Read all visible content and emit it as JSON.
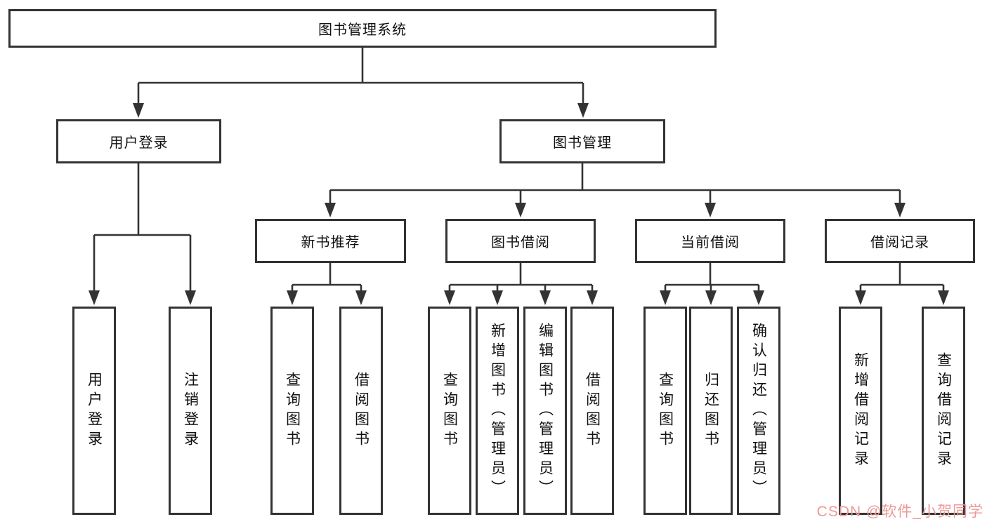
{
  "diagram": {
    "root": {
      "label": "图书管理系统"
    },
    "branches": {
      "user_login": {
        "label": "用户登录",
        "children": {
          "login": {
            "label": "用户登录"
          },
          "logout": {
            "label": "注销登录"
          }
        }
      },
      "book_mgmt": {
        "label": "图书管理",
        "sections": {
          "new_books": {
            "label": "新书推荐",
            "children": {
              "query": {
                "label": "查询图书"
              },
              "borrow": {
                "label": "借阅图书"
              }
            }
          },
          "book_borrow": {
            "label": "图书借阅",
            "children": {
              "query": {
                "label": "查询图书"
              },
              "add": {
                "label": "新增图书（管理员）"
              },
              "edit": {
                "label": "编辑图书（管理员）"
              },
              "borrow": {
                "label": "借阅图书"
              }
            }
          },
          "current_borrow": {
            "label": "当前借阅",
            "children": {
              "query": {
                "label": "查询图书"
              },
              "return": {
                "label": "归还图书"
              },
              "confirm": {
                "label": "确认归还（管理员）"
              }
            }
          },
          "borrow_records": {
            "label": "借阅记录",
            "children": {
              "add": {
                "label": "新增借阅记录"
              },
              "query": {
                "label": "查询借阅记录"
              }
            }
          }
        }
      }
    }
  },
  "watermark": {
    "text": "CSDN @软件_小贺同学",
    "color": "#ec9897"
  },
  "colors": {
    "line": "#333333",
    "text": "#111111",
    "background": "#ffffff"
  }
}
